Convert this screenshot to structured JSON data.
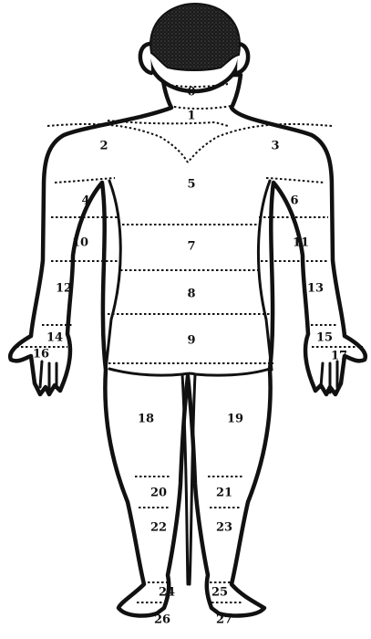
{
  "diagram": {
    "colors": {
      "outline": "#111111",
      "hair": "#1a1a1a",
      "background": "#ffffff"
    },
    "regions": [
      {
        "id": "0",
        "label": "0"
      },
      {
        "id": "1",
        "label": "1"
      },
      {
        "id": "2",
        "label": "2"
      },
      {
        "id": "3",
        "label": "3"
      },
      {
        "id": "4",
        "label": "4"
      },
      {
        "id": "5",
        "label": "5"
      },
      {
        "id": "6",
        "label": "6"
      },
      {
        "id": "7",
        "label": "7"
      },
      {
        "id": "8",
        "label": "8"
      },
      {
        "id": "9",
        "label": "9"
      },
      {
        "id": "10",
        "label": "10"
      },
      {
        "id": "11",
        "label": "11"
      },
      {
        "id": "12",
        "label": "12"
      },
      {
        "id": "13",
        "label": "13"
      },
      {
        "id": "14",
        "label": "14"
      },
      {
        "id": "15",
        "label": "15"
      },
      {
        "id": "16",
        "label": "16"
      },
      {
        "id": "17",
        "label": "17"
      },
      {
        "id": "18",
        "label": "18"
      },
      {
        "id": "19",
        "label": "19"
      },
      {
        "id": "20",
        "label": "20"
      },
      {
        "id": "21",
        "label": "21"
      },
      {
        "id": "22",
        "label": "22"
      },
      {
        "id": "23",
        "label": "23"
      },
      {
        "id": "24",
        "label": "24"
      },
      {
        "id": "25",
        "label": "25"
      },
      {
        "id": "26",
        "label": "26"
      },
      {
        "id": "27",
        "label": "27"
      }
    ]
  }
}
